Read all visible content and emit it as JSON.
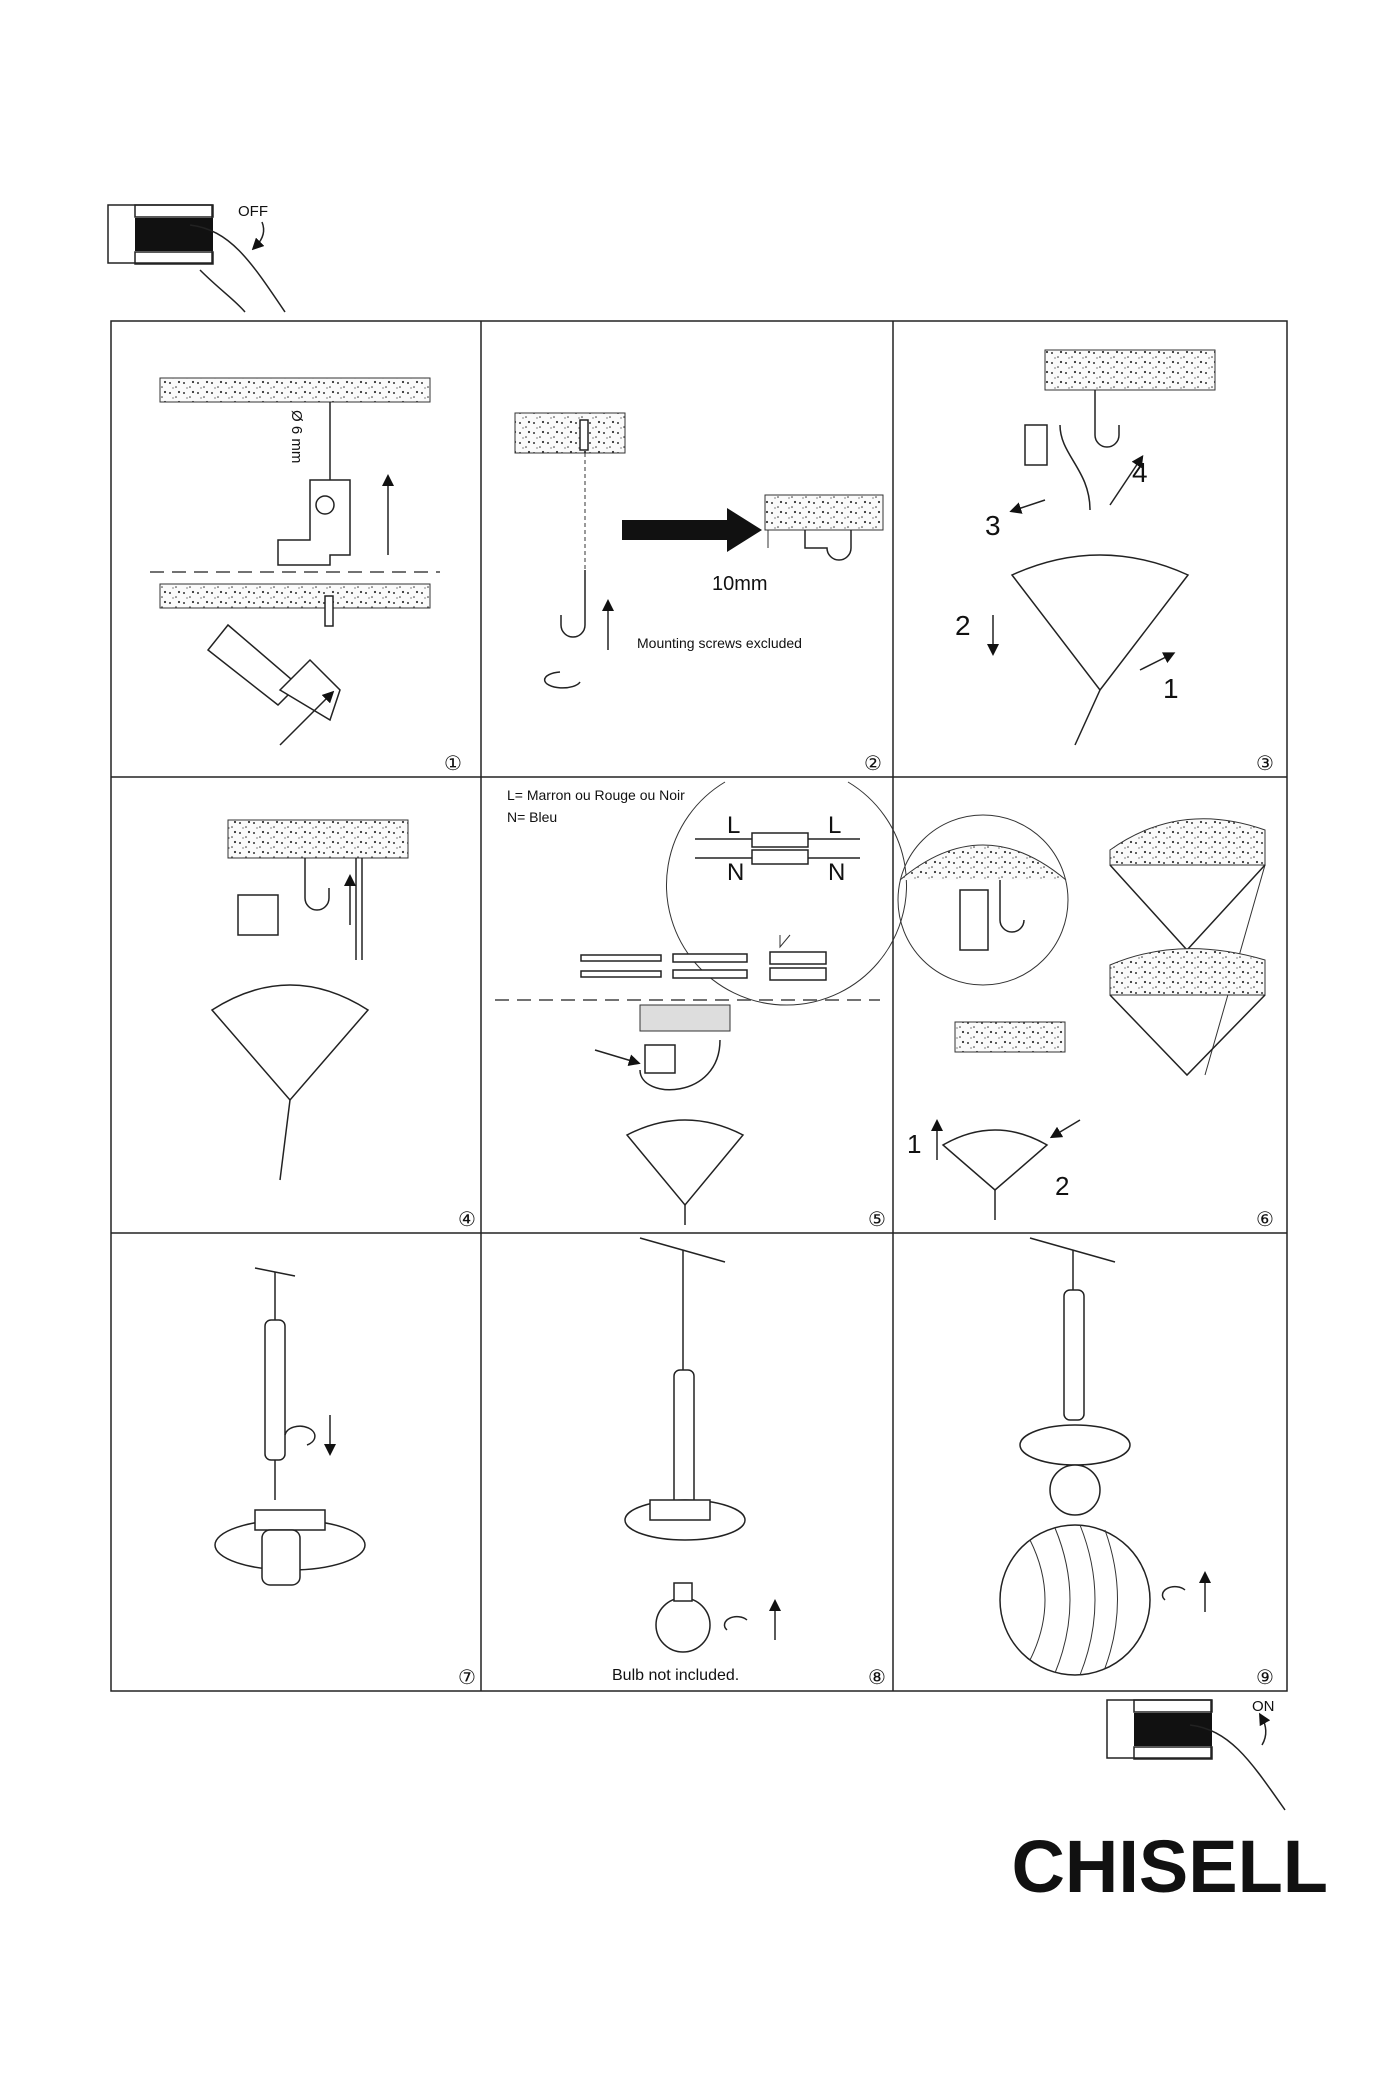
{
  "switch_off": {
    "label": "OFF"
  },
  "switch_on": {
    "label": "ON"
  },
  "steps": [
    {
      "number": "①",
      "drill_label": "Ø 6 mm"
    },
    {
      "number": "②",
      "gap_label": "10mm",
      "note": "Mounting screws excluded"
    },
    {
      "number": "③",
      "sub_steps": [
        "1",
        "2",
        "3",
        "4"
      ]
    },
    {
      "number": "④"
    },
    {
      "number": "⑤",
      "legend_l": "L= Marron ou Rouge ou Noir",
      "legend_n": "N= Bleu",
      "wire_l": "L",
      "wire_n": "N"
    },
    {
      "number": "⑥",
      "sub_steps": [
        "1",
        "2"
      ]
    },
    {
      "number": "⑦"
    },
    {
      "number": "⑧",
      "note": "Bulb not included."
    },
    {
      "number": "⑨"
    }
  ],
  "brand": {
    "name": "CHISELL"
  }
}
